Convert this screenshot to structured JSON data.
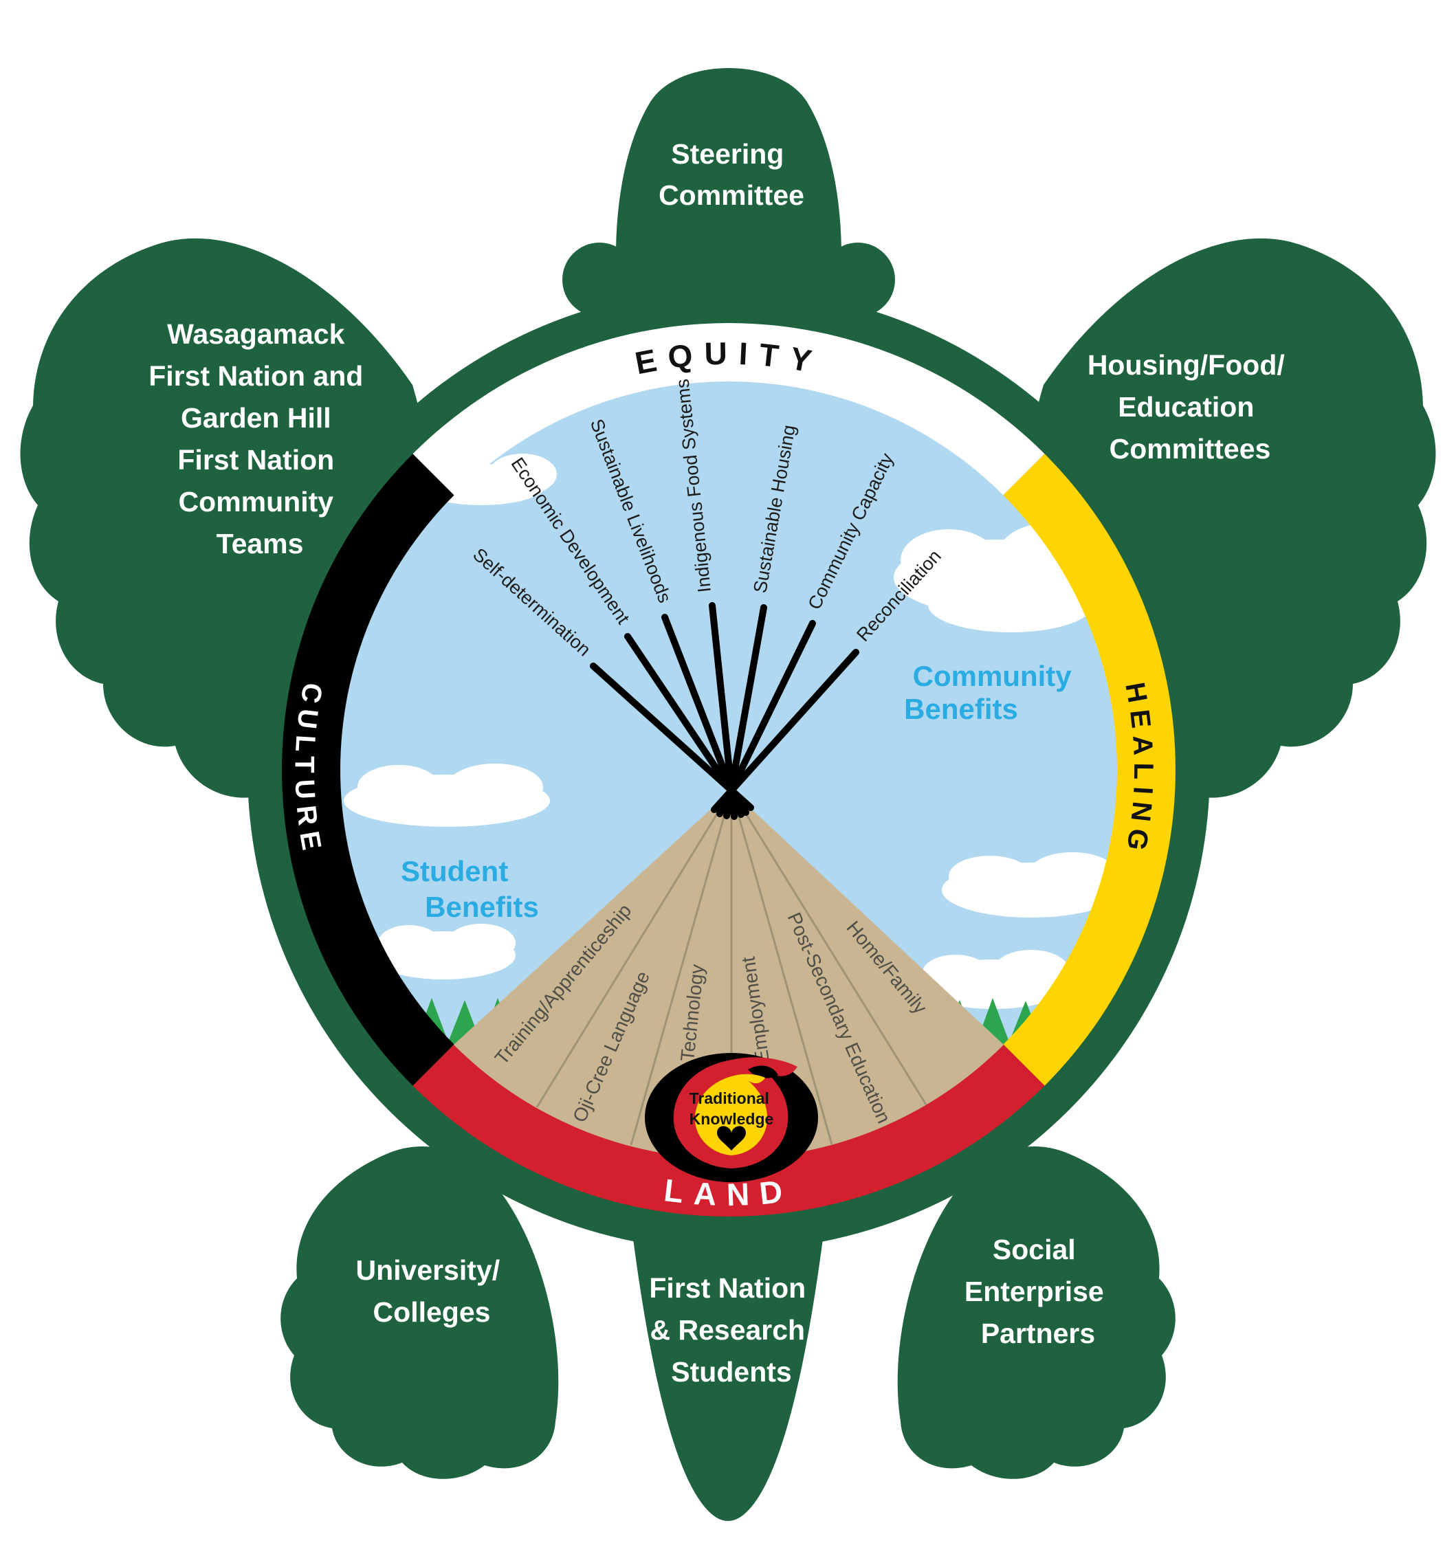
{
  "outer_labels": {
    "head": [
      "Steering",
      "Committee"
    ],
    "front_left_flipper": [
      "Wasagamack",
      "First Nation and",
      "Garden Hill",
      "First Nation",
      "Community",
      "Teams"
    ],
    "front_right_flipper": [
      "Housing/Food/",
      "Education",
      "Committees"
    ],
    "back_left_leg": [
      "University/",
      "Colleges"
    ],
    "tail": [
      "First Nation",
      "& Research",
      "Students"
    ],
    "back_right_leg": [
      "Social",
      "Enterprise",
      "Partners"
    ]
  },
  "wheel": {
    "top_label": "EQUITY",
    "left_label": "CULTURE",
    "right_label": "HEALING",
    "bottom_label": "LAND"
  },
  "community_benefits": {
    "heading_line1": "Community",
    "heading_line2": "Benefits",
    "items": [
      "Self-determination",
      "Economic Development",
      "Sustainable Livelihoods",
      "Indigenous Food Systems",
      "Sustainable Housing",
      "Community Capacity",
      "Reconciliation"
    ]
  },
  "student_benefits": {
    "heading_line1": "Student",
    "heading_line2": "Benefits",
    "items": [
      "Training/Apprenticeship",
      "Oji-Cree Language",
      "Technology",
      "Employment",
      "Post-Secondary Education",
      "Home/Family"
    ]
  },
  "fire": {
    "line1": "Traditional",
    "line2": "Knowledge"
  },
  "colors": {
    "turtle_green": "#1f6240",
    "wheel_white": "#ffffff",
    "wheel_black": "#000000",
    "wheel_yellow": "#ffd400",
    "wheel_red": "#d3202f",
    "sky_blue": "#b0d8f0",
    "cloud_white": "#ffffff",
    "grass_green": "#2da44e",
    "teepee_tan": "#c9b591",
    "benefit_blue": "#2aabe2",
    "fire_red": "#d3202f",
    "fire_yellow": "#ffd400"
  }
}
